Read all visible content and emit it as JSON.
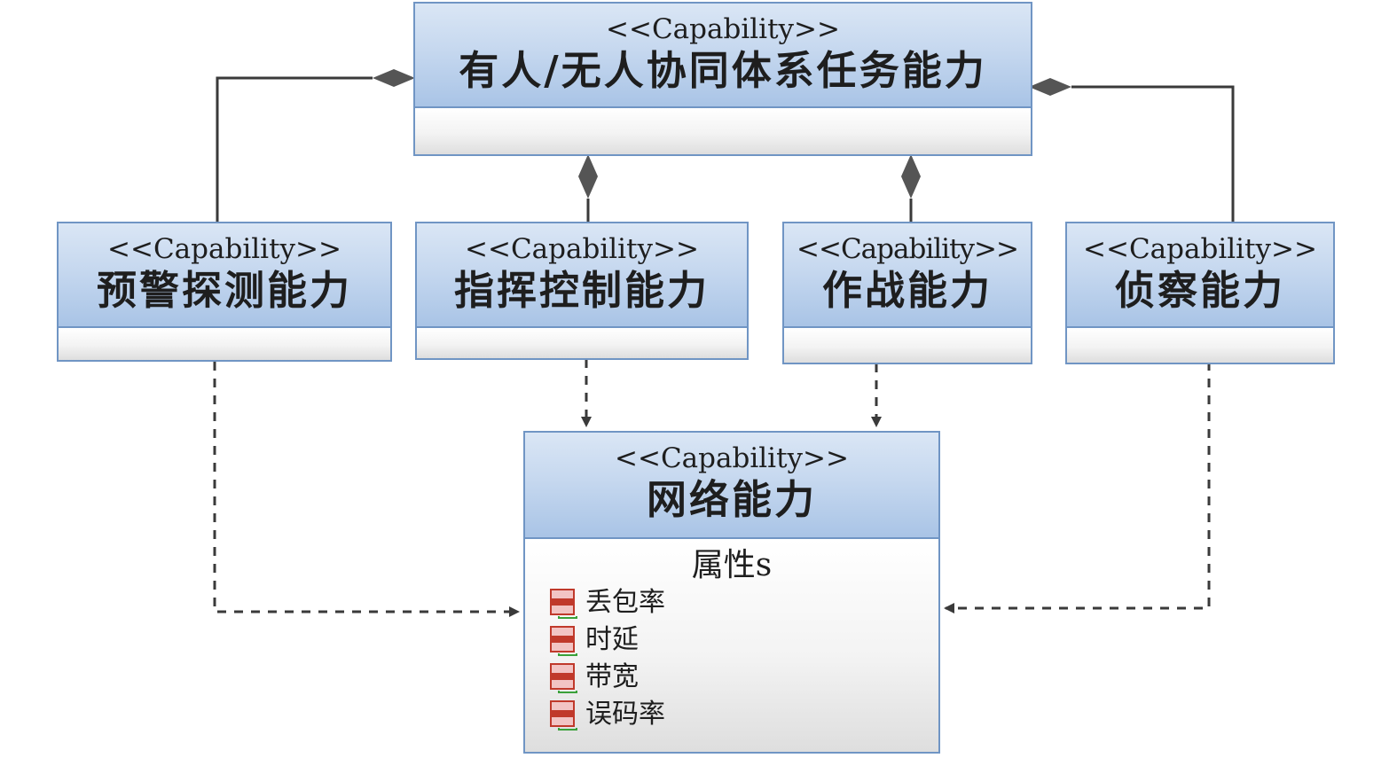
{
  "stereotype": "<<Capability>>",
  "root": {
    "title": "有人/无人协同体系任务能力"
  },
  "capabilities": [
    {
      "title": "预警探测能力"
    },
    {
      "title": "指挥控制能力"
    },
    {
      "title": "作战能力"
    },
    {
      "title": "侦察能力"
    }
  ],
  "network": {
    "title": "网络能力",
    "attributes_label": "属性s",
    "attributes": [
      "丢包率",
      "时延",
      "带宽",
      "误码率"
    ]
  },
  "colors": {
    "border": "#7095c4",
    "header_fill": "#c6d8ef",
    "connector": "#3a3a3a",
    "attribute_icon": "#c0392b"
  }
}
